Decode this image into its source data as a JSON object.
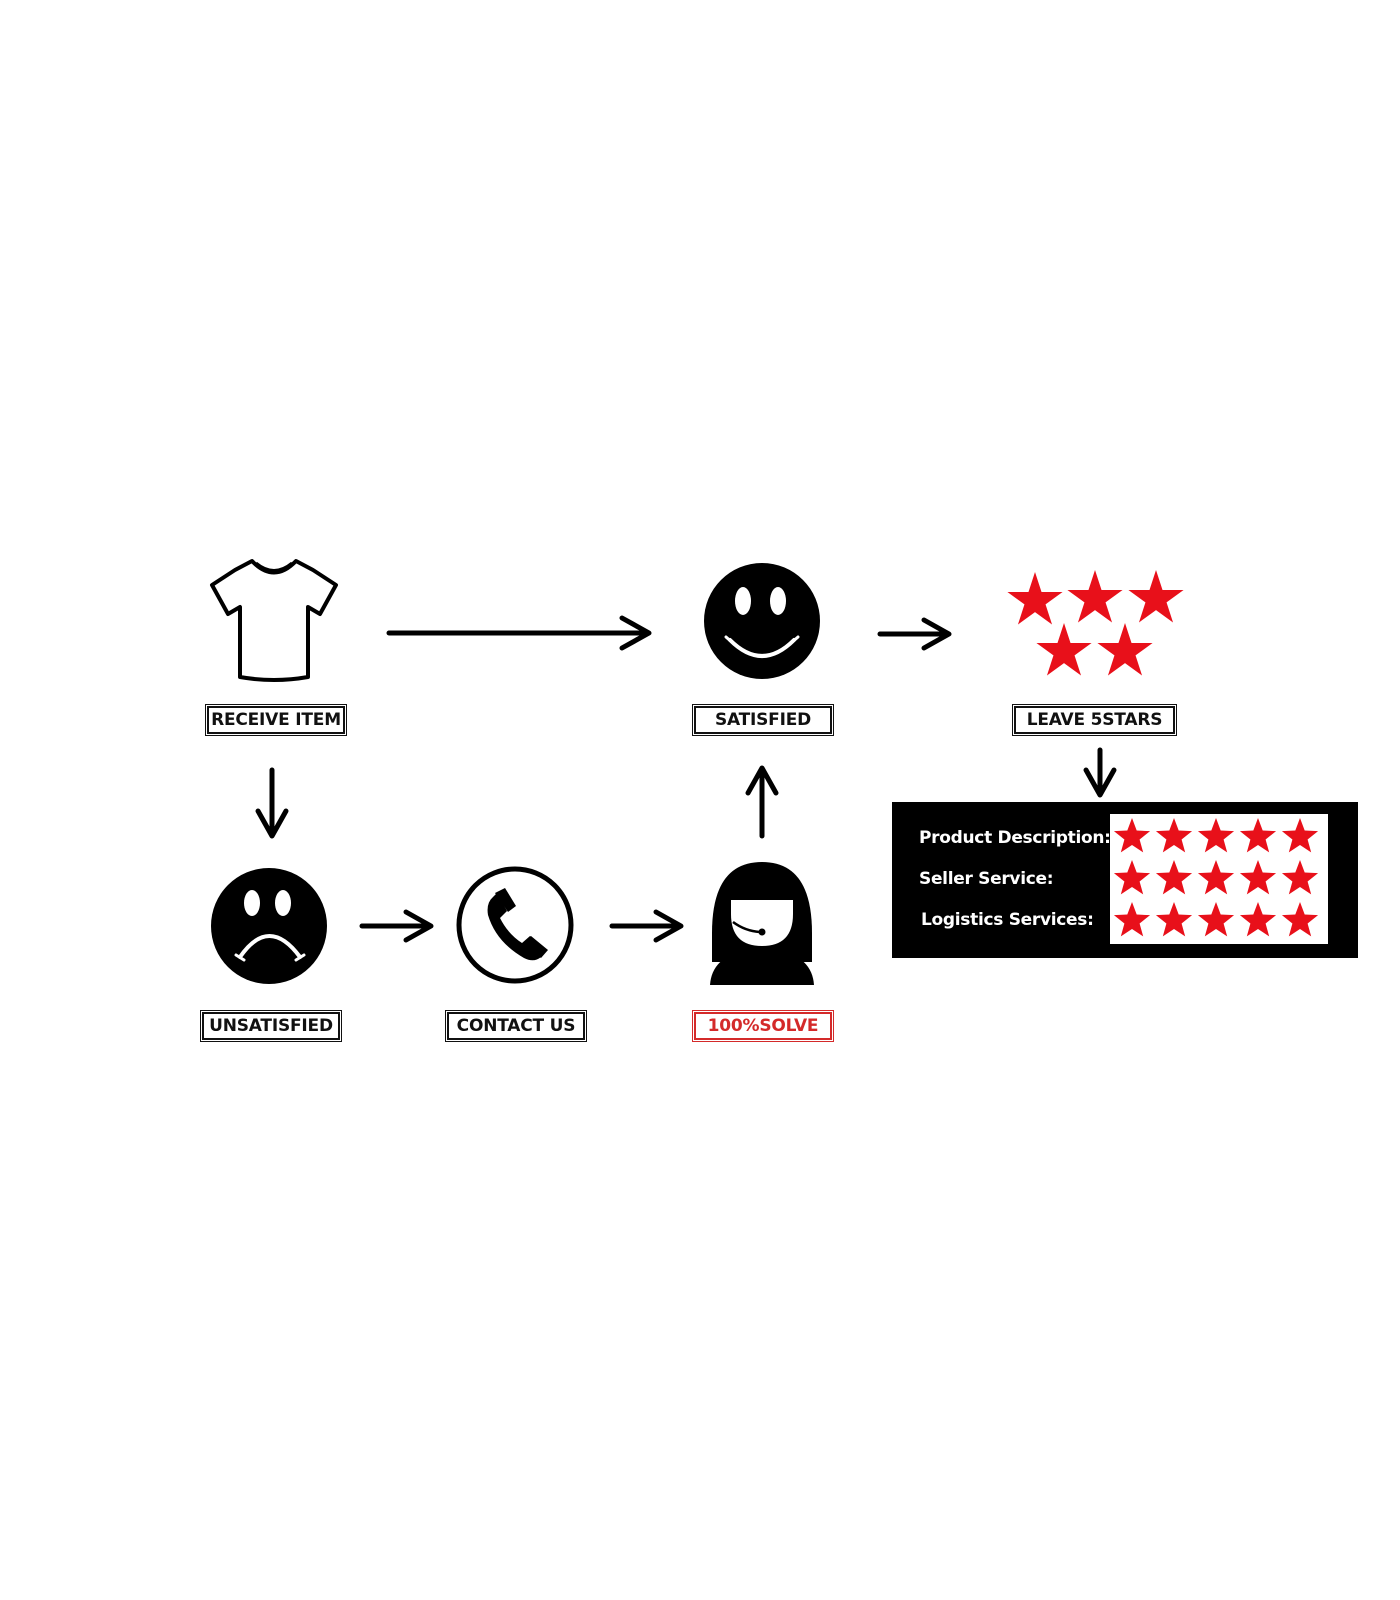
{
  "colors": {
    "ink": "#000000",
    "accent_red": "#e8101a",
    "label_red": "#d42a2a",
    "background": "#ffffff"
  },
  "nodes": {
    "receive_item": {
      "label": "RECEIVE ITEM",
      "icon": "t-shirt-icon"
    },
    "satisfied": {
      "label": "SATISFIED",
      "icon": "happy-face-icon"
    },
    "leave_stars": {
      "label": "LEAVE 5STARS",
      "icon": "five-stars-icon"
    },
    "unsatisfied": {
      "label": "UNSATISFIED",
      "icon": "sad-face-icon"
    },
    "contact_us": {
      "label": "CONTACT US",
      "icon": "phone-icon"
    },
    "solve": {
      "label": "100%SOLVE",
      "icon": "support-agent-icon"
    }
  },
  "rating_panel": {
    "rows": [
      {
        "label": "Product Description:",
        "stars": 5
      },
      {
        "label": "Seller Service:",
        "stars": 5
      },
      {
        "label": "Logistics Services:",
        "stars": 5
      }
    ]
  }
}
